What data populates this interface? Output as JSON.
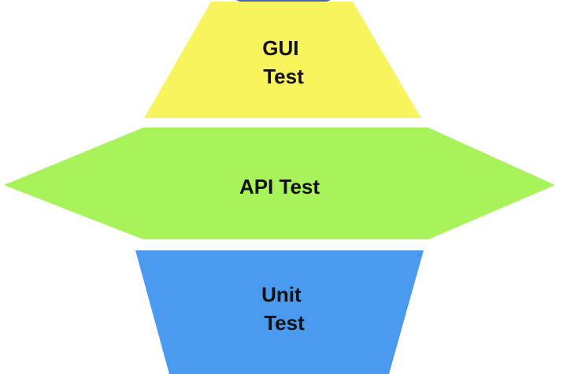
{
  "diagram": {
    "layers": [
      {
        "name": "gui",
        "label_lines": [
          "GUI",
          "Test"
        ],
        "color": "#F8F45E"
      },
      {
        "name": "api",
        "label_lines": [
          "API Test"
        ],
        "color": "#A8F35A"
      },
      {
        "name": "unit",
        "label_lines": [
          "Unit",
          "Test"
        ],
        "color": "#4A9BF0"
      }
    ],
    "top_shape_color": "#4A66B8"
  }
}
